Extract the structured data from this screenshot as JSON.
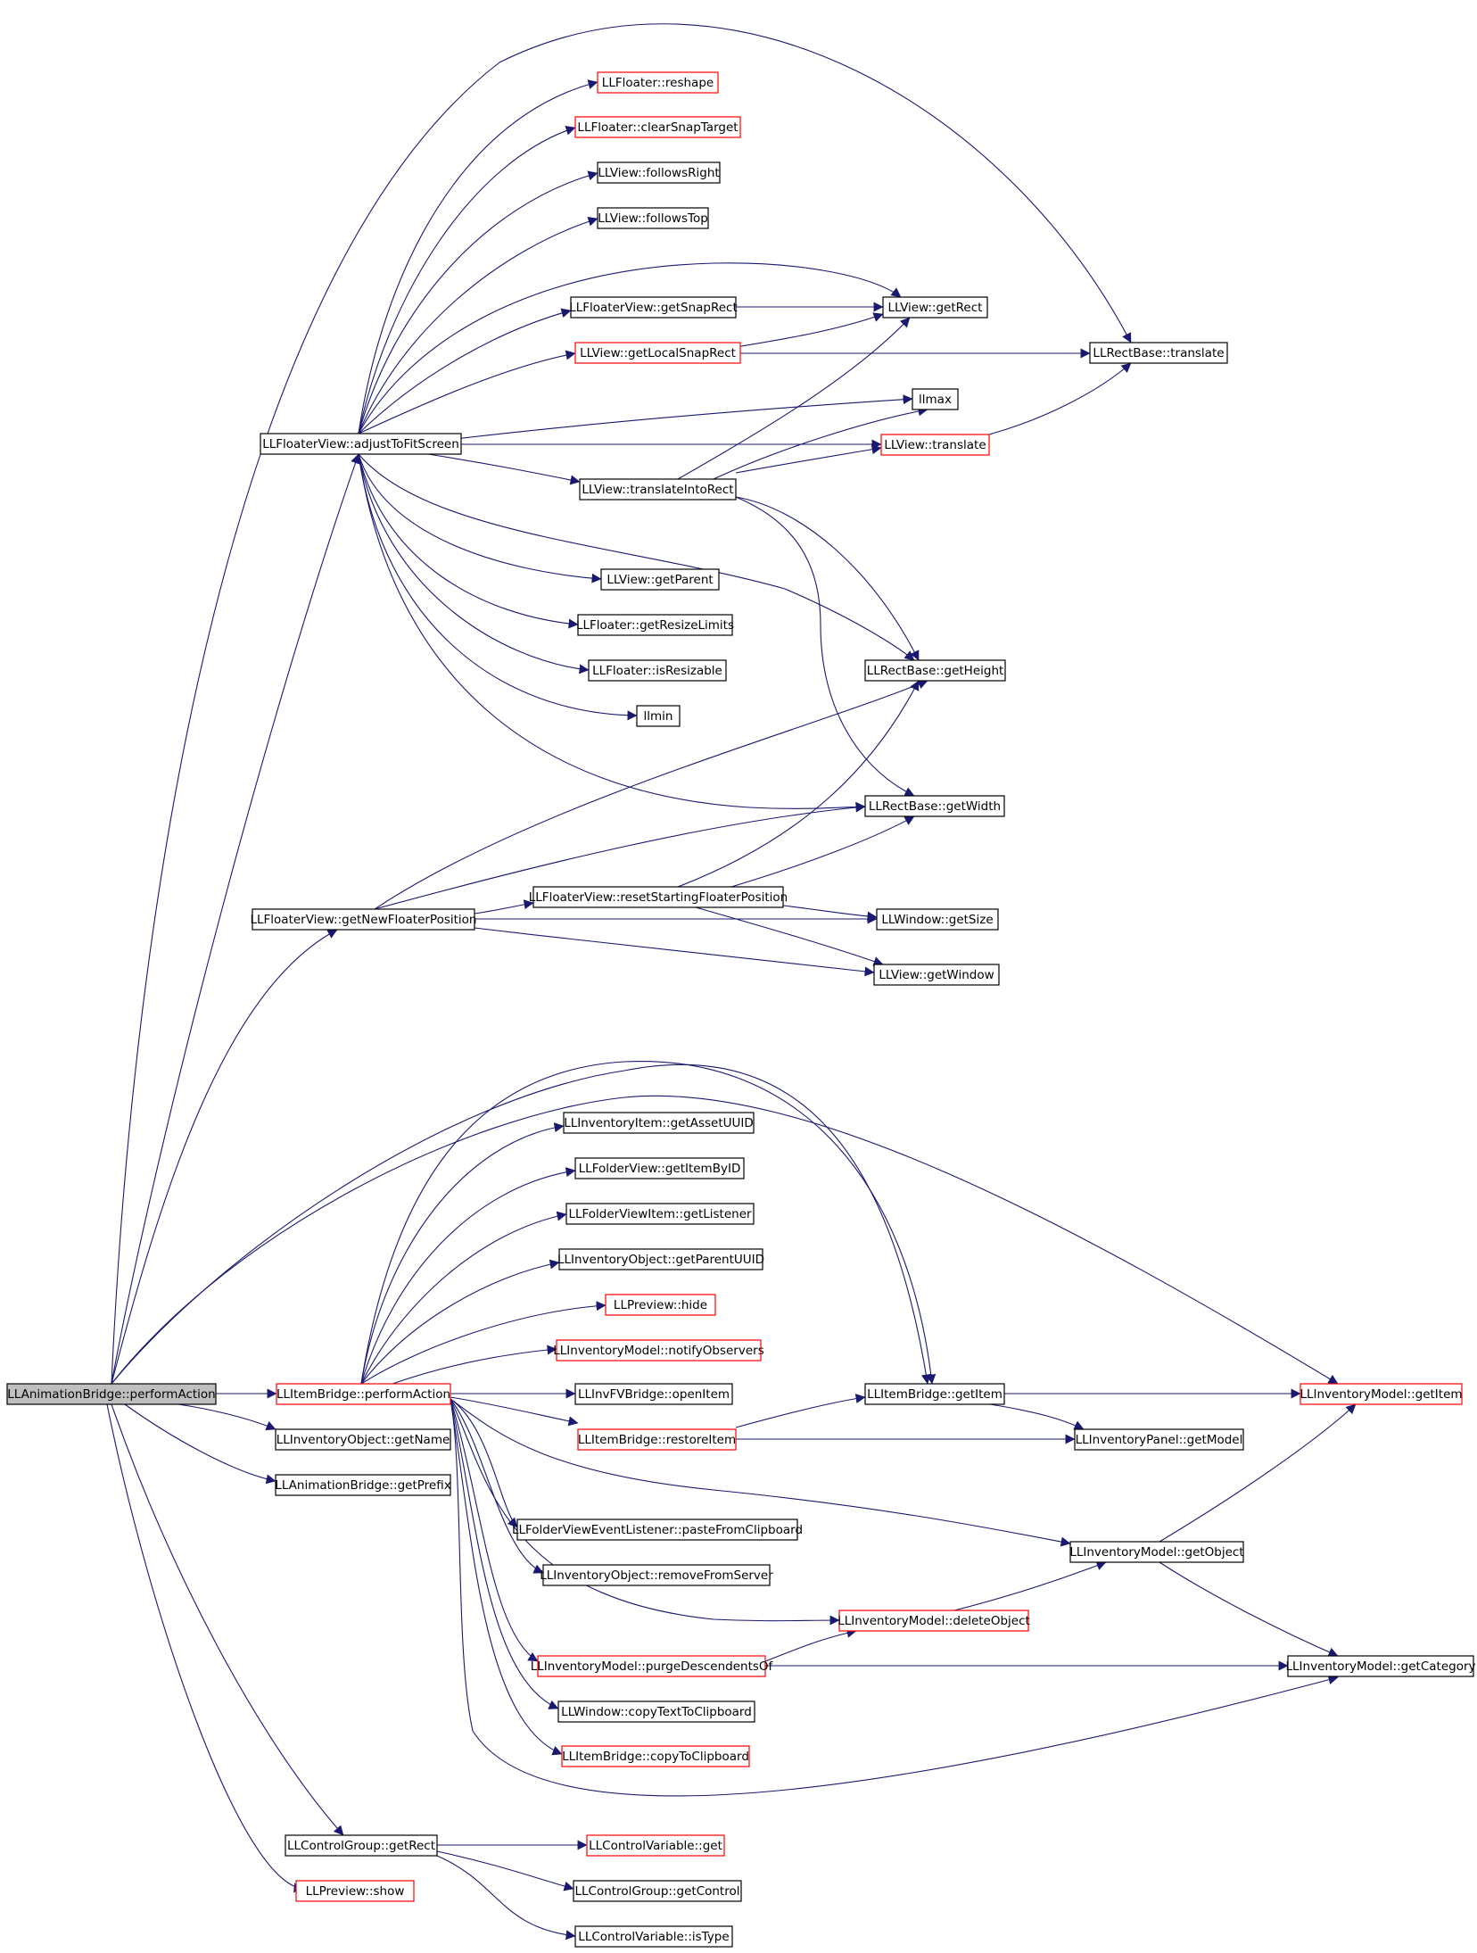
{
  "colors": {
    "edge": "#191970",
    "node_border_default": "#000000",
    "node_border_highlight": "#ff0000",
    "root_fill": "#bfbfbf",
    "node_fill": "#ffffff"
  },
  "nodes": [
    {
      "id": "n_root",
      "label": "LLAnimationBridge::performAction",
      "style": "root"
    },
    {
      "id": "n_adjust",
      "label": "LLFloaterView::adjustToFitScreen",
      "style": "normal"
    },
    {
      "id": "n_reshape",
      "label": "LLFloater::reshape",
      "style": "red"
    },
    {
      "id": "n_clearsnap",
      "label": "LLFloater::clearSnapTarget",
      "style": "red"
    },
    {
      "id": "n_followsright",
      "label": "LLView::followsRight",
      "style": "normal"
    },
    {
      "id": "n_followstop",
      "label": "LLView::followsTop",
      "style": "normal"
    },
    {
      "id": "n_getsnaprect",
      "label": "LLFloaterView::getSnapRect",
      "style": "normal"
    },
    {
      "id": "n_getrect",
      "label": "LLView::getRect",
      "style": "normal"
    },
    {
      "id": "n_getlocalsnap",
      "label": "LLView::getLocalSnapRect",
      "style": "red"
    },
    {
      "id": "n_rbtranslate",
      "label": "LLRectBase::translate",
      "style": "normal"
    },
    {
      "id": "n_llmax",
      "label": "llmax",
      "style": "normal"
    },
    {
      "id": "n_vtranslate",
      "label": "LLView::translate",
      "style": "red"
    },
    {
      "id": "n_transinto",
      "label": "LLView::translateIntoRect",
      "style": "normal"
    },
    {
      "id": "n_getparent",
      "label": "LLView::getParent",
      "style": "normal"
    },
    {
      "id": "n_getresize",
      "label": "LLFloater::getResizeLimits",
      "style": "normal"
    },
    {
      "id": "n_isresizable",
      "label": "LLFloater::isResizable",
      "style": "normal"
    },
    {
      "id": "n_getheight",
      "label": "LLRectBase::getHeight",
      "style": "normal"
    },
    {
      "id": "n_llmin",
      "label": "llmin",
      "style": "normal"
    },
    {
      "id": "n_getwidth",
      "label": "LLRectBase::getWidth",
      "style": "normal"
    },
    {
      "id": "n_resetstart",
      "label": "LLFloaterView::resetStartingFloaterPosition",
      "style": "normal"
    },
    {
      "id": "n_getnewpos",
      "label": "LLFloaterView::getNewFloaterPosition",
      "style": "normal"
    },
    {
      "id": "n_getsize",
      "label": "LLWindow::getSize",
      "style": "normal"
    },
    {
      "id": "n_getwindow",
      "label": "LLView::getWindow",
      "style": "normal"
    },
    {
      "id": "n_getasset",
      "label": "LLInventoryItem::getAssetUUID",
      "style": "normal"
    },
    {
      "id": "n_getitembyid",
      "label": "LLFolderView::getItemByID",
      "style": "normal"
    },
    {
      "id": "n_getlistener",
      "label": "LLFolderViewItem::getListener",
      "style": "normal"
    },
    {
      "id": "n_getparentuuid",
      "label": "LLInventoryObject::getParentUUID",
      "style": "normal"
    },
    {
      "id": "n_prevhide",
      "label": "LLPreview::hide",
      "style": "red"
    },
    {
      "id": "n_notify",
      "label": "LLInventoryModel::notifyObservers",
      "style": "red"
    },
    {
      "id": "n_itemperform",
      "label": "LLItemBridge::performAction",
      "style": "red"
    },
    {
      "id": "n_openitem",
      "label": "LLInvFVBridge::openItem",
      "style": "normal"
    },
    {
      "id": "n_ibgetitem",
      "label": "LLItemBridge::getItem",
      "style": "normal"
    },
    {
      "id": "n_imgetitem",
      "label": "LLInventoryModel::getItem",
      "style": "red"
    },
    {
      "id": "n_getname",
      "label": "LLInventoryObject::getName",
      "style": "normal"
    },
    {
      "id": "n_restoreitem",
      "label": "LLItemBridge::restoreItem",
      "style": "red"
    },
    {
      "id": "n_getmodel",
      "label": "LLInventoryPanel::getModel",
      "style": "normal"
    },
    {
      "id": "n_getprefix",
      "label": "LLAnimationBridge::getPrefix",
      "style": "normal"
    },
    {
      "id": "n_paste",
      "label": "LLFolderViewEventListener::pasteFromClipboard",
      "style": "normal"
    },
    {
      "id": "n_getobject",
      "label": "LLInventoryModel::getObject",
      "style": "normal"
    },
    {
      "id": "n_removeserver",
      "label": "LLInventoryObject::removeFromServer",
      "style": "normal"
    },
    {
      "id": "n_deleteobj",
      "label": "LLInventoryModel::deleteObject",
      "style": "red"
    },
    {
      "id": "n_purge",
      "label": "LLInventoryModel::purgeDescendentsOf",
      "style": "red"
    },
    {
      "id": "n_getcategory",
      "label": "LLInventoryModel::getCategory",
      "style": "normal"
    },
    {
      "id": "n_copytext",
      "label": "LLWindow::copyTextToClipboard",
      "style": "normal"
    },
    {
      "id": "n_copyclip",
      "label": "LLItemBridge::copyToClipboard",
      "style": "red"
    },
    {
      "id": "n_cggetrect",
      "label": "LLControlGroup::getRect",
      "style": "normal"
    },
    {
      "id": "n_cvget",
      "label": "LLControlVariable::get",
      "style": "red"
    },
    {
      "id": "n_prevshow",
      "label": "LLPreview::show",
      "style": "red"
    },
    {
      "id": "n_getcontrol",
      "label": "LLControlGroup::getControl",
      "style": "normal"
    },
    {
      "id": "n_istype",
      "label": "LLControlVariable::isType",
      "style": "normal"
    }
  ]
}
